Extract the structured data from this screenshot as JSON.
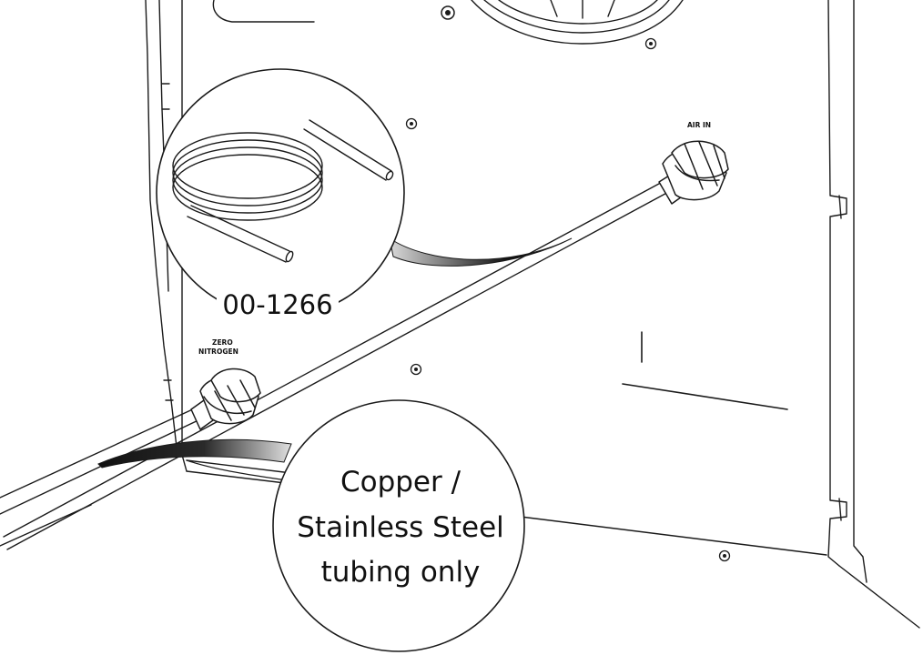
{
  "labels": {
    "air_in": "AIR IN",
    "zero_nitrogen_line1": "ZERO",
    "zero_nitrogen_line2": "NITROGEN"
  },
  "callouts": {
    "part_number": "00-1266",
    "tubing_note_line1": "Copper /",
    "tubing_note_line2": "Stainless Steel",
    "tubing_note_line3": "tubing only"
  },
  "colors": {
    "ink": "#1a1a1a",
    "background": "#ffffff",
    "pointer_dark": "#111111",
    "pointer_light": "#d9d9d9"
  }
}
